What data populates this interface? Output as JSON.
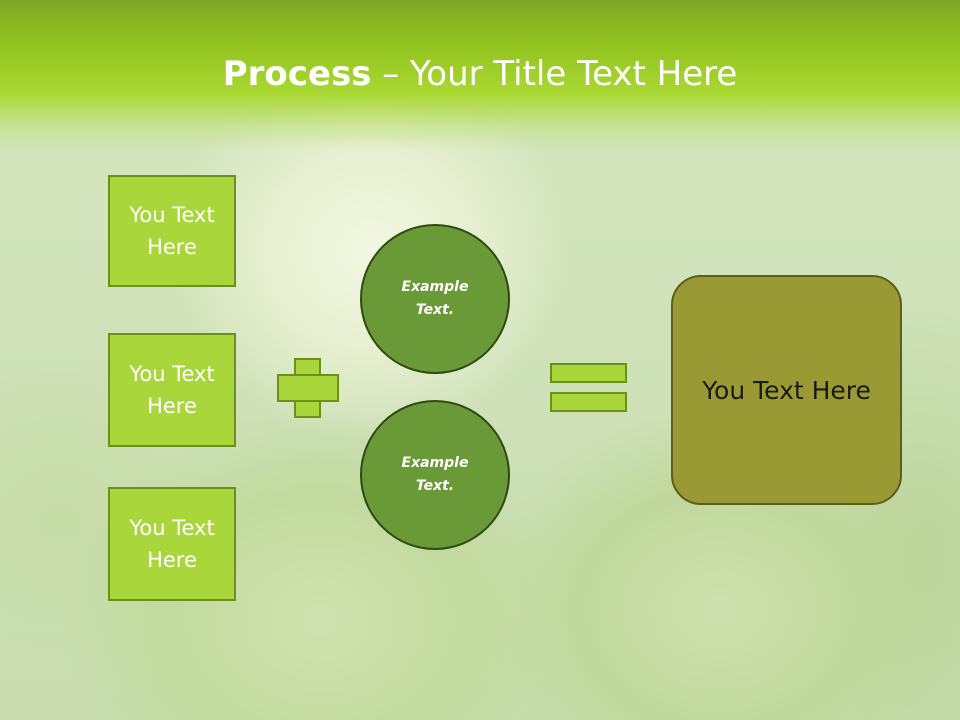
{
  "slide": {
    "title_bold": "Process",
    "title_rest": " – Your Title Text Here",
    "left_boxes": [
      {
        "line1": "You Text",
        "line2": "Here"
      },
      {
        "line1": "You Text",
        "line2": "Here"
      },
      {
        "line1": "You Text",
        "line2": "Here"
      }
    ],
    "circles": [
      {
        "line1": "Example",
        "line2": "Text."
      },
      {
        "line1": "Example",
        "line2": "Text."
      }
    ],
    "result": "You Text Here"
  },
  "colors": {
    "header_green": "#a9d832",
    "box_fill": "#a9d63a",
    "circle_fill": "#6a9a38",
    "result_fill": "#9a9a34"
  },
  "icons": [
    "plus-icon",
    "equals-icon"
  ]
}
